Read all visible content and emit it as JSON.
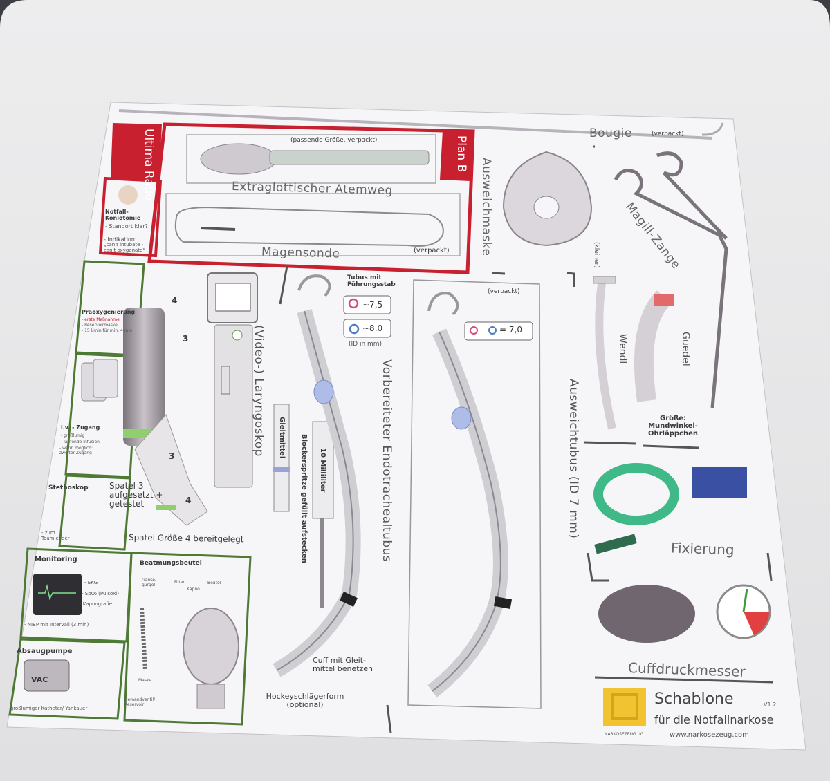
{
  "title": {
    "main": "Schablone",
    "sub": "für die Notfallnarkose",
    "version": "V1.2",
    "url": "www.narkosezeug.com",
    "brand": "NARKOSEZEUG UG"
  },
  "ultima_ratio": {
    "label": "Ultima Ratio",
    "head": "Notfall-Koniotomie",
    "items": [
      "- Standort klar?",
      "- Indikation:",
      "„can't intubate -",
      "can't oxygenate“"
    ]
  },
  "plan_b": {
    "label": "Plan B",
    "sga": "Extraglottischer Atemweg",
    "sga_note": "(passende Größe, verpackt)",
    "ngt": "Magensonde",
    "ngt_note": "(verpackt)"
  },
  "mask": {
    "label": "Ausweichmaske"
  },
  "bougie": {
    "label": "Bougie",
    "note": "(verpackt)"
  },
  "magill": {
    "label": "Magill-Zange"
  },
  "preox": {
    "head": "Präoxygenierung",
    "items": [
      "- erste Maßnahme",
      "- Reservoirmaske",
      "- 15 l/min für min. 4 min"
    ]
  },
  "iv": {
    "head": "i.v. - Zugang",
    "items": [
      "- großlumig",
      "- laufende Infusion",
      "- wenn möglich: zweiter Zugang"
    ]
  },
  "stetho": {
    "head": "Stethoskop",
    "items": [
      "- zum Teamleader"
    ]
  },
  "monitoring": {
    "head": "Monitoring",
    "items": [
      "- EKG",
      "- SpO₂ (Pulsoxi)",
      "- Kapnografie"
    ],
    "nibp": "- NIBP mit Intervall (3 min)"
  },
  "suction": {
    "head": "Absaugpumpe",
    "device": "VAC",
    "items": [
      "- großlumiger Katheter/ Yankauer"
    ]
  },
  "bag": {
    "head": "Beatmungsbeutel",
    "labels": [
      "Gänse-gurgel",
      "Filter",
      "Beutel",
      "Kapno",
      "Maske",
      "Demandventil/ Reservoir"
    ]
  },
  "laryngoscope": {
    "label": "(Video-) Laryngoskop",
    "numbers": [
      "4",
      "3",
      "3",
      "4"
    ],
    "spatel3": "Spatel 3 aufgesetzt + getestet",
    "spatel4": "Spatel Größe 4 bereitgelegt"
  },
  "syringes": {
    "lube": "Gleitmittel",
    "ml": "10 Milliliter",
    "block": "Blockerspritze gefüllt aufstecken"
  },
  "ett": {
    "label": "Vorbereiteter Endotrachealtubus",
    "stylet": "Tubus mit Führungsstab",
    "female": "~7,5",
    "male": "~8,0",
    "id": "(ID in mm)",
    "cuff": "Cuff mit Gleit-mittel benetzen",
    "hockey": "Hockeyschlägerform (optional)"
  },
  "backup_tube": {
    "label": "Ausweichtubus (ID 7 mm)",
    "note": "(verpackt)",
    "size": "= 7,0"
  },
  "adjuncts": {
    "wendl": "Wendl",
    "guedel": "Guedel",
    "kleiner": "(kleiner)",
    "size": "Größe: Mundwinkel-Ohrläppchen"
  },
  "fix": {
    "label": "Fixierung"
  },
  "cuffdruck": {
    "label": "Cuffdruckmesser"
  },
  "colors": {
    "red": "#c8202f",
    "green": "#4e7a36",
    "paper": "#f4f3f5"
  }
}
